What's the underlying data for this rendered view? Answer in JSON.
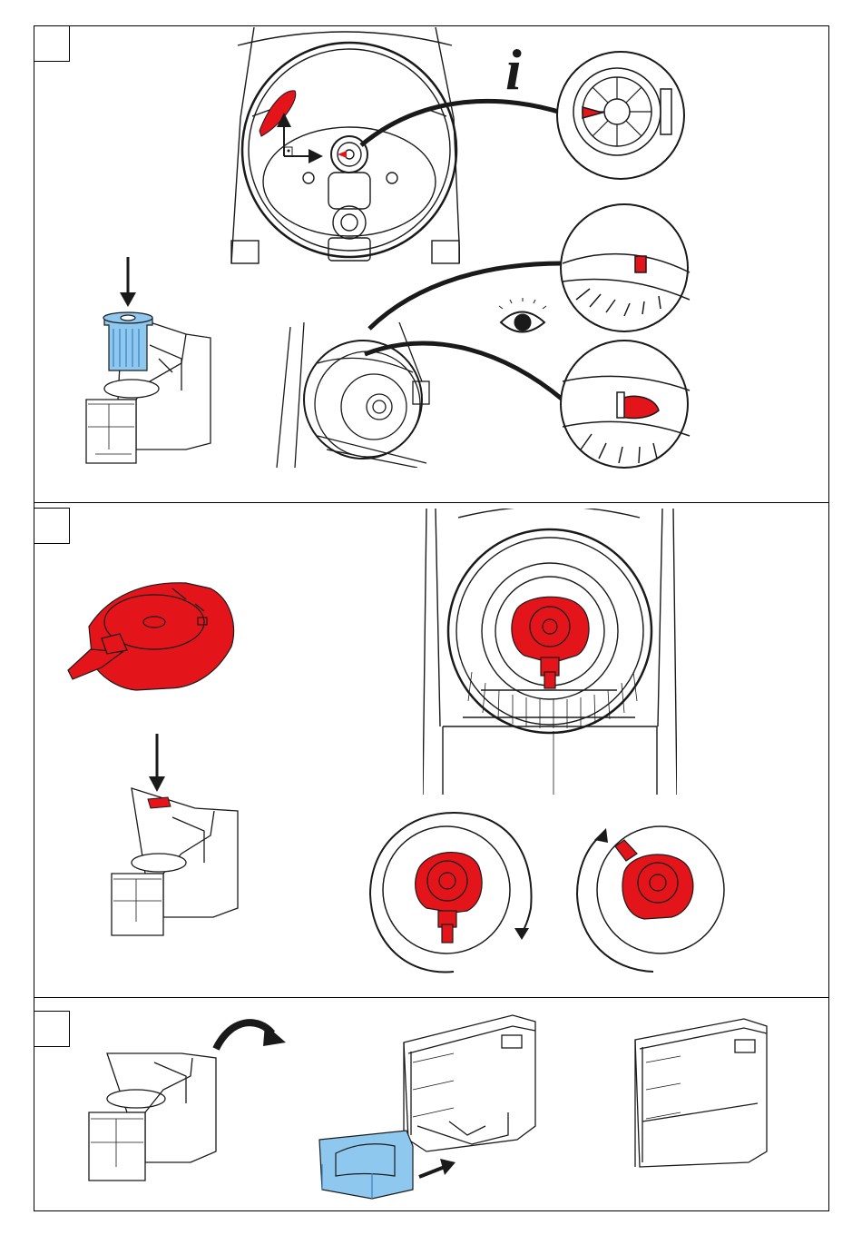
{
  "colors": {
    "outline": "#1a1a1a",
    "highlight_red": "#e3151a",
    "filter_blue": "#8ec8ef",
    "filter_blue_dark": "#3a7fbf",
    "panel_white": "#ffffff"
  },
  "icons": {
    "info": "info-icon",
    "eye": "eye-icon",
    "down_arrow": "down-arrow-icon",
    "curved_arrow": "curved-arrow-icon",
    "rotate_cw": "rotate-clockwise-icon",
    "rotate_ccw": "rotate-counterclockwise-icon"
  },
  "info_symbol": "i",
  "steps": [
    {
      "id": "step-1",
      "number": ""
    },
    {
      "id": "step-2",
      "number": ""
    },
    {
      "id": "step-3",
      "number": ""
    }
  ]
}
